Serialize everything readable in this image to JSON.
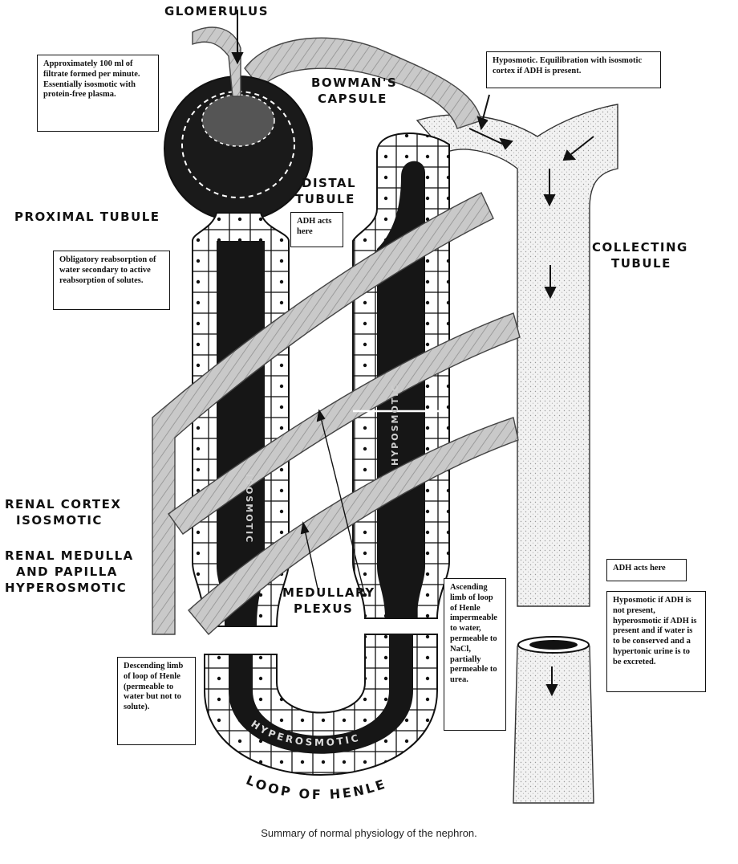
{
  "labels": {
    "glomerulus": "GLOMERULUS",
    "bowmans_capsule_line1": "BOWMAN'S",
    "bowmans_capsule_line2": "CAPSULE",
    "proximal_tubule": "PROXIMAL TUBULE",
    "distal_tubule_line1": "DISTAL",
    "distal_tubule_line2": "TUBULE",
    "collecting_tubule_line1": "COLLECTING",
    "collecting_tubule_line2": "TUBULE",
    "renal_cortex_line1": "RENAL CORTEX",
    "renal_cortex_line2": "ISOSMOTIC",
    "renal_medulla_line1": "RENAL MEDULLA",
    "renal_medulla_line2": "AND PAPILLA",
    "renal_medulla_line3": "HYPEROSMOTIC",
    "medullary_plexus_line1": "MEDULLARY",
    "medullary_plexus_line2": "PLEXUS",
    "loop_of_henle": "LOOP OF HENLE",
    "isosmotic_inner": "ISOSMOTIC",
    "hyperosmotic_inner": "HYPEROSMOTIC",
    "hyposmotic_inner": "HYPOSMOTIC"
  },
  "notes": {
    "filtrate": "Approximately 100 ml of filtrate formed per minute. Essentially isosmotic with protein-free plasma.",
    "hyposmotic_cortex": "Hyposmotic. Equilibration with isosmotic cortex if ADH is present.",
    "adh_distal": "ADH acts here",
    "obligatory": "Obligatory reabsorption of water secondary to active reabsorption of solutes.",
    "adh_collecting": "ADH acts here",
    "hyposmotic_final": "Hyposmotic if ADH is not present, hyperosmotic if ADH is present and if water is to be conserved and a hypertonic urine is to be excreted.",
    "ascending": "Ascending limb of loop of Henle impermeable to water, permeable to NaCl, partially permeable to urea.",
    "descending": "Descending limb of loop of Henle (permeable to water but not to solute)."
  },
  "caption": "Summary of normal physiology of the nephron."
}
